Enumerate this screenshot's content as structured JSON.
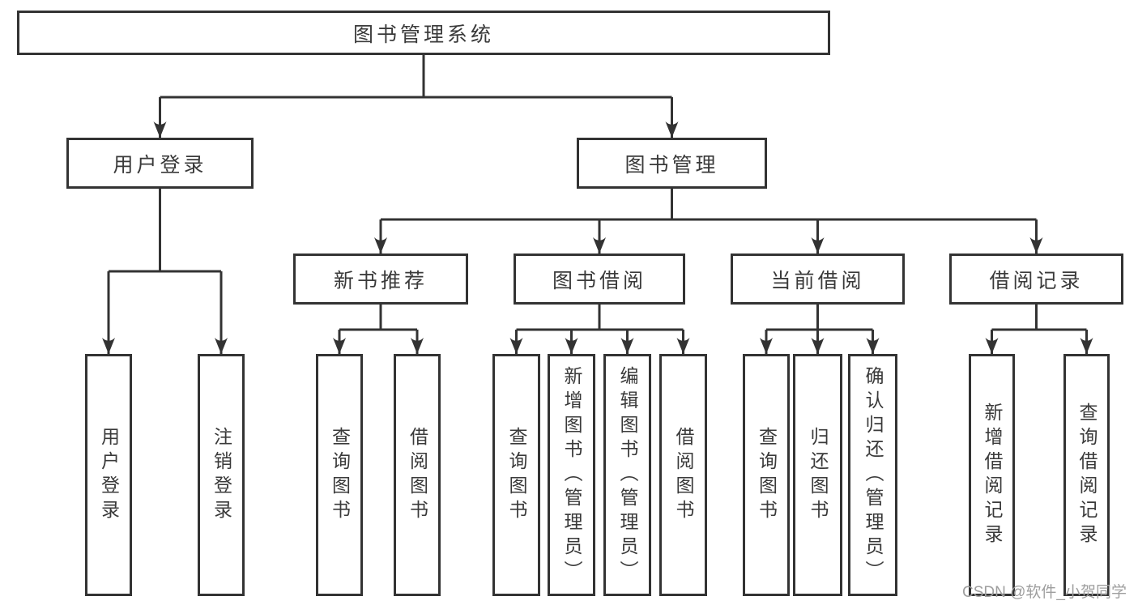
{
  "tree": {
    "root": {
      "label": "图书管理系统"
    },
    "branches": [
      {
        "label": "用户登录",
        "children": [
          {
            "label": "用户登录"
          },
          {
            "label": "注销登录"
          }
        ]
      },
      {
        "label": "图书管理",
        "sections": [
          {
            "label": "新书推荐",
            "children": [
              {
                "label": "查询图书"
              },
              {
                "label": "借阅图书"
              }
            ]
          },
          {
            "label": "图书借阅",
            "children": [
              {
                "label": "查询图书"
              },
              {
                "label": "新增图书（管理员）"
              },
              {
                "label": "编辑图书（管理员）"
              },
              {
                "label": "借阅图书"
              }
            ]
          },
          {
            "label": "当前借阅",
            "children": [
              {
                "label": "查询图书"
              },
              {
                "label": "归还图书"
              },
              {
                "label": "确认归还（管理员）"
              }
            ]
          },
          {
            "label": "借阅记录",
            "children": [
              {
                "label": "新增借阅记录"
              },
              {
                "label": "查询借阅记录"
              }
            ]
          }
        ]
      }
    ]
  },
  "watermark": "CSDN @软件_小贺同学",
  "colors": {
    "line": "#333333",
    "text": "#3a3a3a",
    "watermark": "#9e9e9e",
    "background": "#ffffff"
  }
}
